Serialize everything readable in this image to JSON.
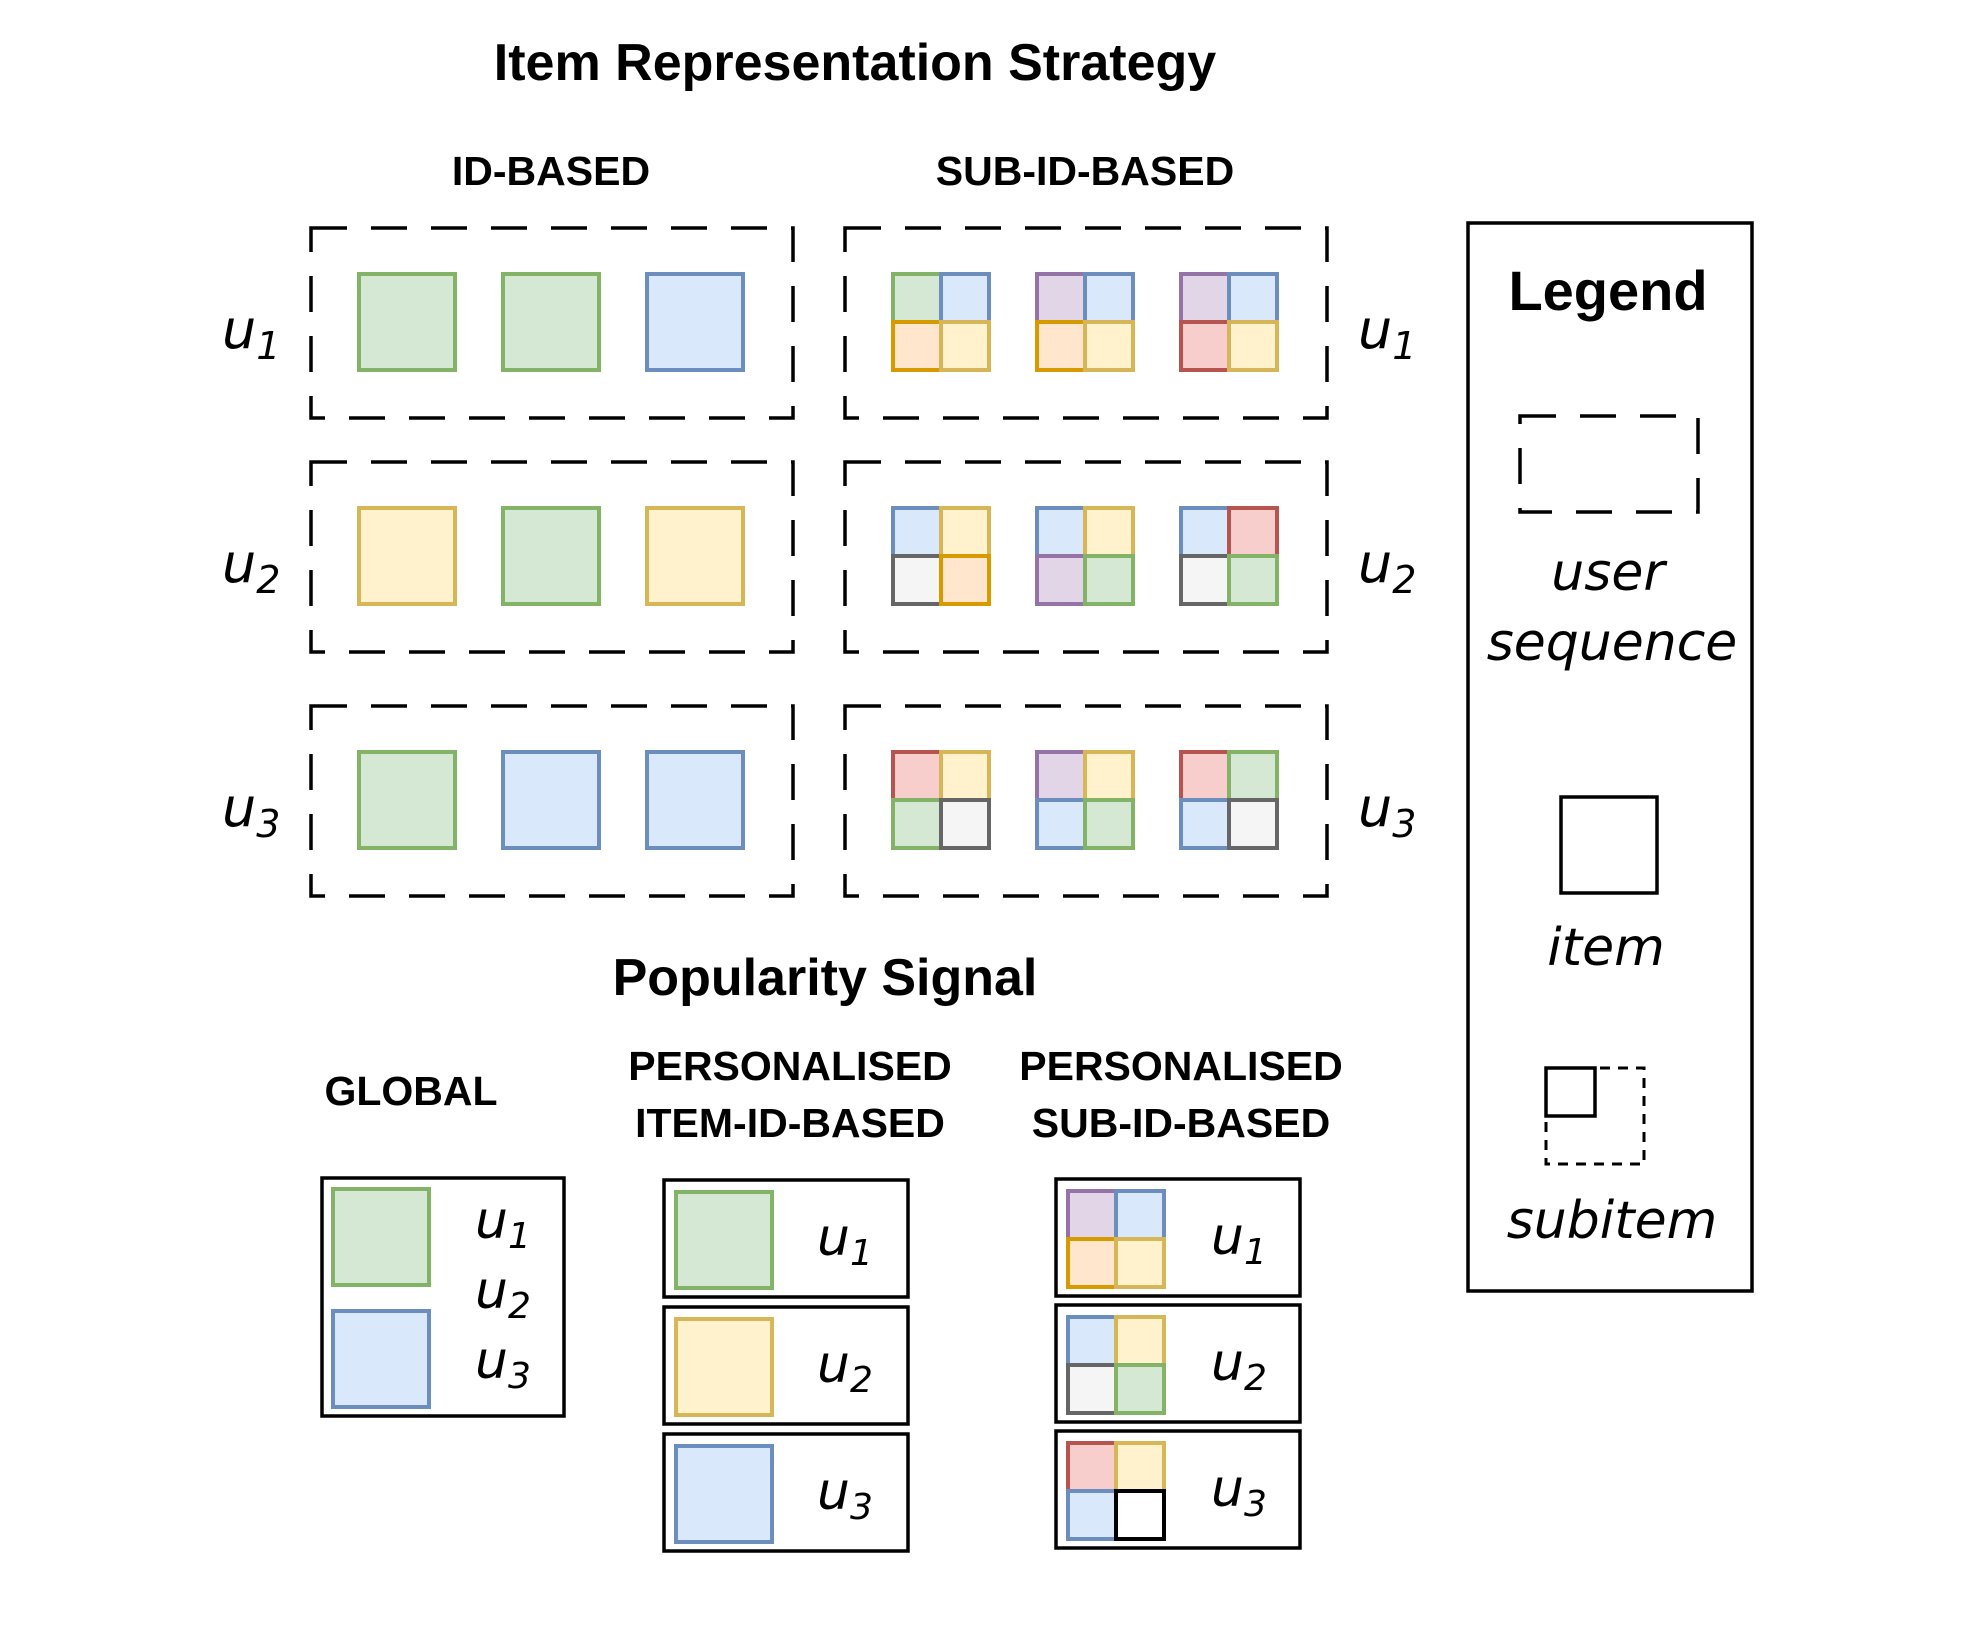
{
  "colors": {
    "green": {
      "fill": "#d5e8d4",
      "stroke": "#82b366"
    },
    "blue": {
      "fill": "#dae8fc",
      "stroke": "#6c8ebf"
    },
    "yellow": {
      "fill": "#fff2cc",
      "stroke": "#d6b656"
    },
    "orange": {
      "fill": "#ffe6cc",
      "stroke": "#d79b00"
    },
    "purple": {
      "fill": "#e1d5e7",
      "stroke": "#9673a6"
    },
    "red": {
      "fill": "#f8cecc",
      "stroke": "#b85450"
    },
    "gray": {
      "fill": "#f5f5f5",
      "stroke": "#666666"
    },
    "white": {
      "fill": "#ffffff",
      "stroke": "#000000"
    }
  },
  "top": {
    "title": "Item Representation Strategy",
    "id_based": {
      "label": "ID-BASED",
      "users": [
        {
          "name": "u",
          "sub": "1",
          "items": [
            "green",
            "green",
            "blue"
          ]
        },
        {
          "name": "u",
          "sub": "2",
          "items": [
            "yellow",
            "green",
            "yellow"
          ]
        },
        {
          "name": "u",
          "sub": "3",
          "items": [
            "green",
            "blue",
            "blue"
          ]
        }
      ]
    },
    "sub_id_based": {
      "label": "SUB-ID-BASED",
      "users": [
        {
          "name": "u",
          "sub": "1",
          "items": [
            [
              "green",
              "blue",
              "orange",
              "yellow"
            ],
            [
              "purple",
              "blue",
              "orange",
              "yellow"
            ],
            [
              "purple",
              "blue",
              "red",
              "yellow"
            ]
          ]
        },
        {
          "name": "u",
          "sub": "2",
          "items": [
            [
              "blue",
              "yellow",
              "gray",
              "orange"
            ],
            [
              "blue",
              "yellow",
              "purple",
              "green"
            ],
            [
              "blue",
              "red",
              "gray",
              "green"
            ]
          ]
        },
        {
          "name": "u",
          "sub": "3",
          "items": [
            [
              "red",
              "yellow",
              "green",
              "gray"
            ],
            [
              "purple",
              "yellow",
              "blue",
              "green"
            ],
            [
              "red",
              "green",
              "blue",
              "gray"
            ]
          ]
        }
      ]
    }
  },
  "bottom": {
    "title": "Popularity Signal",
    "global": {
      "label": "GLOBAL",
      "items": [
        "green",
        "blue"
      ],
      "users": [
        {
          "name": "u",
          "sub": "1"
        },
        {
          "name": "u",
          "sub": "2"
        },
        {
          "name": "u",
          "sub": "3"
        }
      ]
    },
    "personalised_item": {
      "label_line1": "PERSONALISED",
      "label_line2": "ITEM-ID-BASED",
      "rows": [
        {
          "item": "green",
          "name": "u",
          "sub": "1"
        },
        {
          "item": "yellow",
          "name": "u",
          "sub": "2"
        },
        {
          "item": "blue",
          "name": "u",
          "sub": "3"
        }
      ]
    },
    "personalised_sub": {
      "label_line1": "PERSONALISED",
      "label_line2": "SUB-ID-BASED",
      "rows": [
        {
          "item": [
            "purple",
            "blue",
            "orange",
            "yellow"
          ],
          "name": "u",
          "sub": "1"
        },
        {
          "item": [
            "blue",
            "yellow",
            "gray",
            "green"
          ],
          "name": "u",
          "sub": "2"
        },
        {
          "item": [
            "red",
            "yellow",
            "blue",
            "white"
          ],
          "name": "u",
          "sub": "3"
        }
      ]
    }
  },
  "legend": {
    "title": "Legend",
    "user_sequence_line1": "user",
    "user_sequence_line2": "sequence",
    "item": "item",
    "subitem": "subitem"
  }
}
